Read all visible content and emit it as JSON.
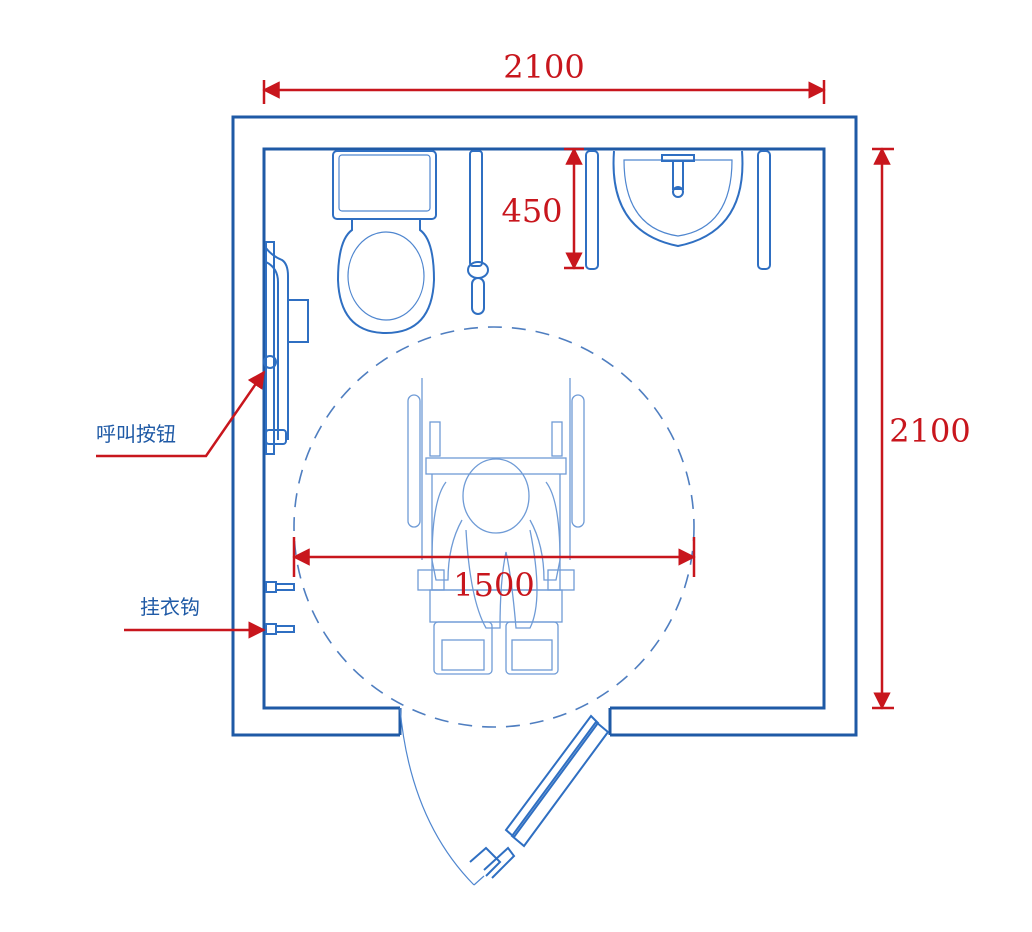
{
  "dimensions": {
    "width": "2100",
    "height": "2100",
    "grab_bar_height": "450",
    "turning_circle": "1500"
  },
  "labels": {
    "call_button": "呼叫按钮",
    "coat_hook": "挂衣钩"
  },
  "colors": {
    "line_blue": "#1f5aa6",
    "dimension_red": "#c8161d"
  }
}
